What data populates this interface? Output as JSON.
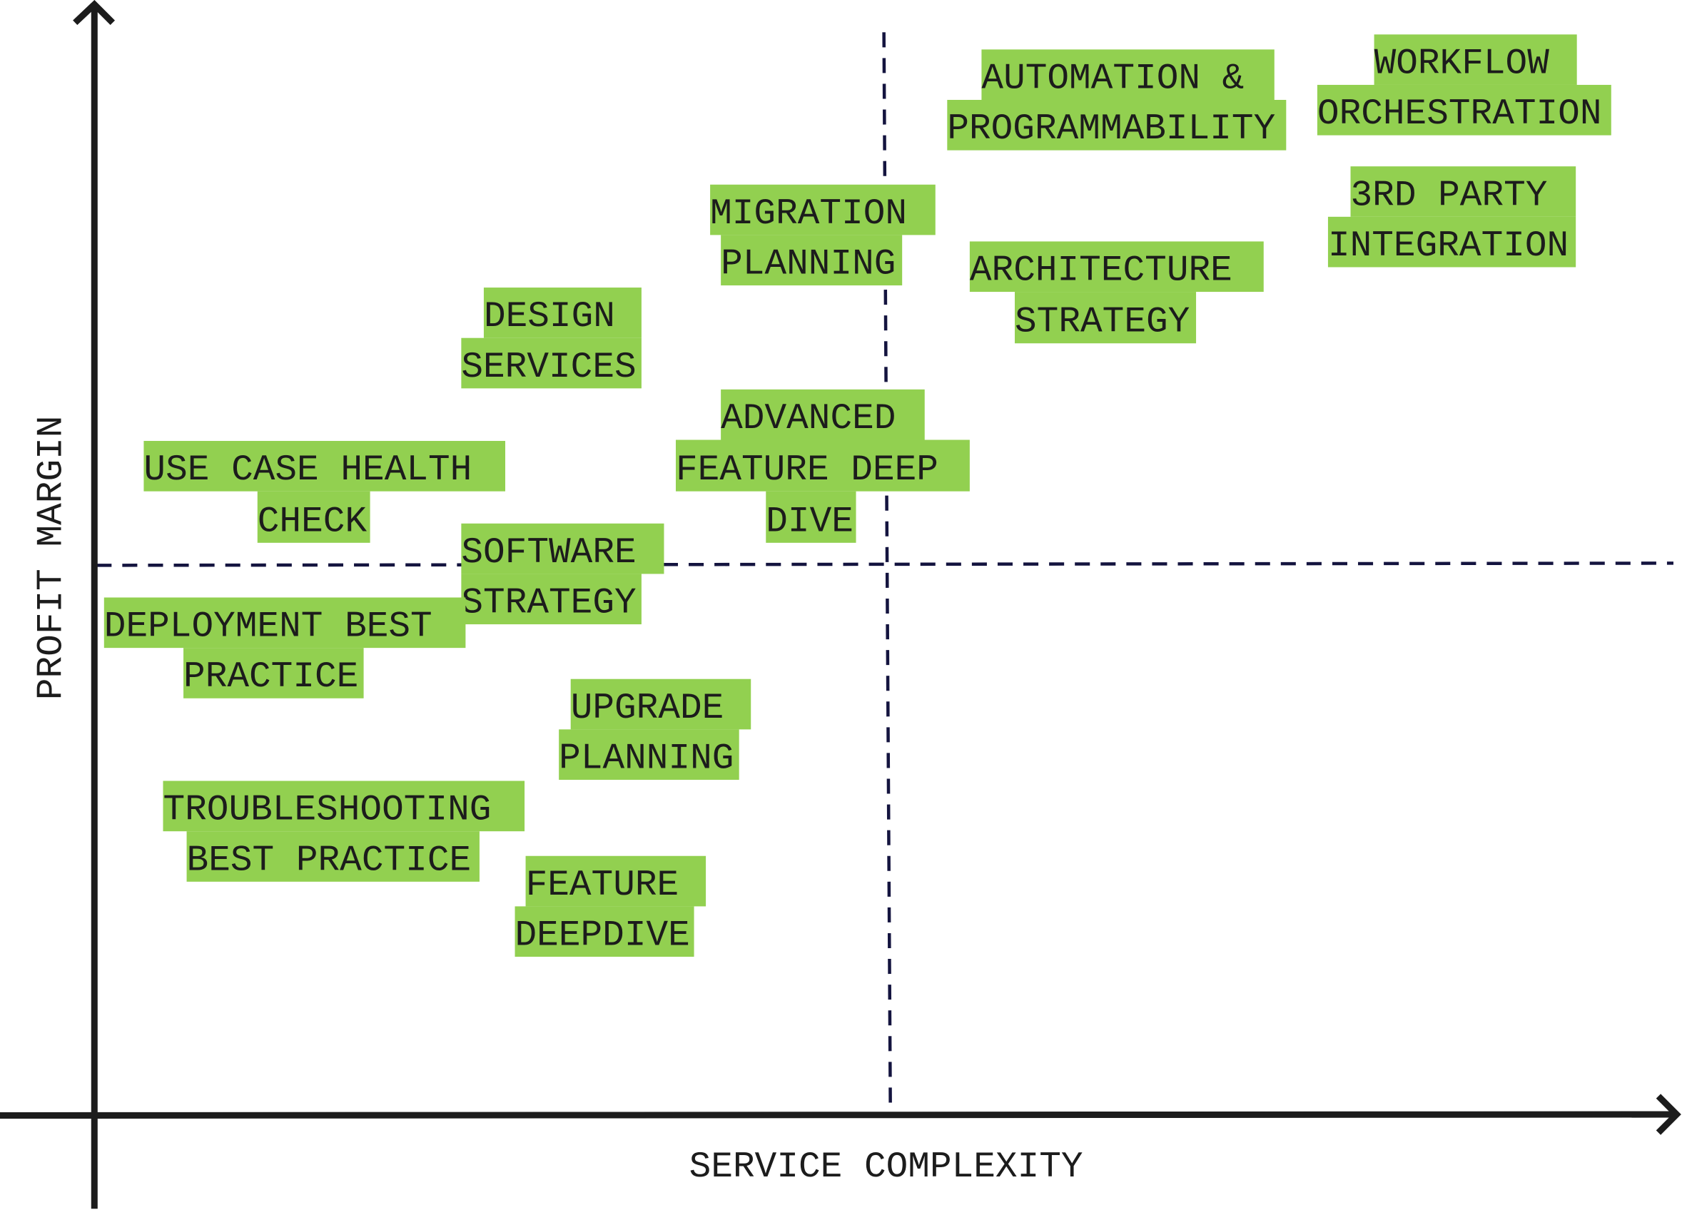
{
  "axes": {
    "x_label": "SERVICE COMPLEXITY",
    "y_label": "PROFIT MARGIN"
  },
  "colors": {
    "highlight": "#92d050",
    "axis": "#1c1c1c",
    "divider": "#14143f"
  },
  "items": [
    {
      "lines": [
        "AUTOMATION &",
        "PROGRAMMABILITY"
      ]
    },
    {
      "lines": [
        "WORKFLOW",
        "ORCHESTRATION"
      ]
    },
    {
      "lines": [
        "3RD PARTY",
        "INTEGRATION"
      ]
    },
    {
      "lines": [
        "ARCHITECTURE",
        "STRATEGY"
      ]
    },
    {
      "lines": [
        "MIGRATION",
        "PLANNING"
      ]
    },
    {
      "lines": [
        "DESIGN",
        "SERVICES"
      ]
    },
    {
      "lines": [
        "ADVANCED",
        "FEATURE DEEP",
        "DIVE"
      ]
    },
    {
      "lines": [
        "USE CASE HEALTH",
        "CHECK"
      ]
    },
    {
      "lines": [
        "SOFTWARE",
        "STRATEGY"
      ]
    },
    {
      "lines": [
        "DEPLOYMENT BEST",
        "PRACTICE"
      ]
    },
    {
      "lines": [
        "UPGRADE",
        "PLANNING"
      ]
    },
    {
      "lines": [
        "TROUBLESHOOTING",
        "BEST PRACTICE"
      ]
    },
    {
      "lines": [
        "FEATURE",
        "DEEPDIVE"
      ]
    }
  ]
}
